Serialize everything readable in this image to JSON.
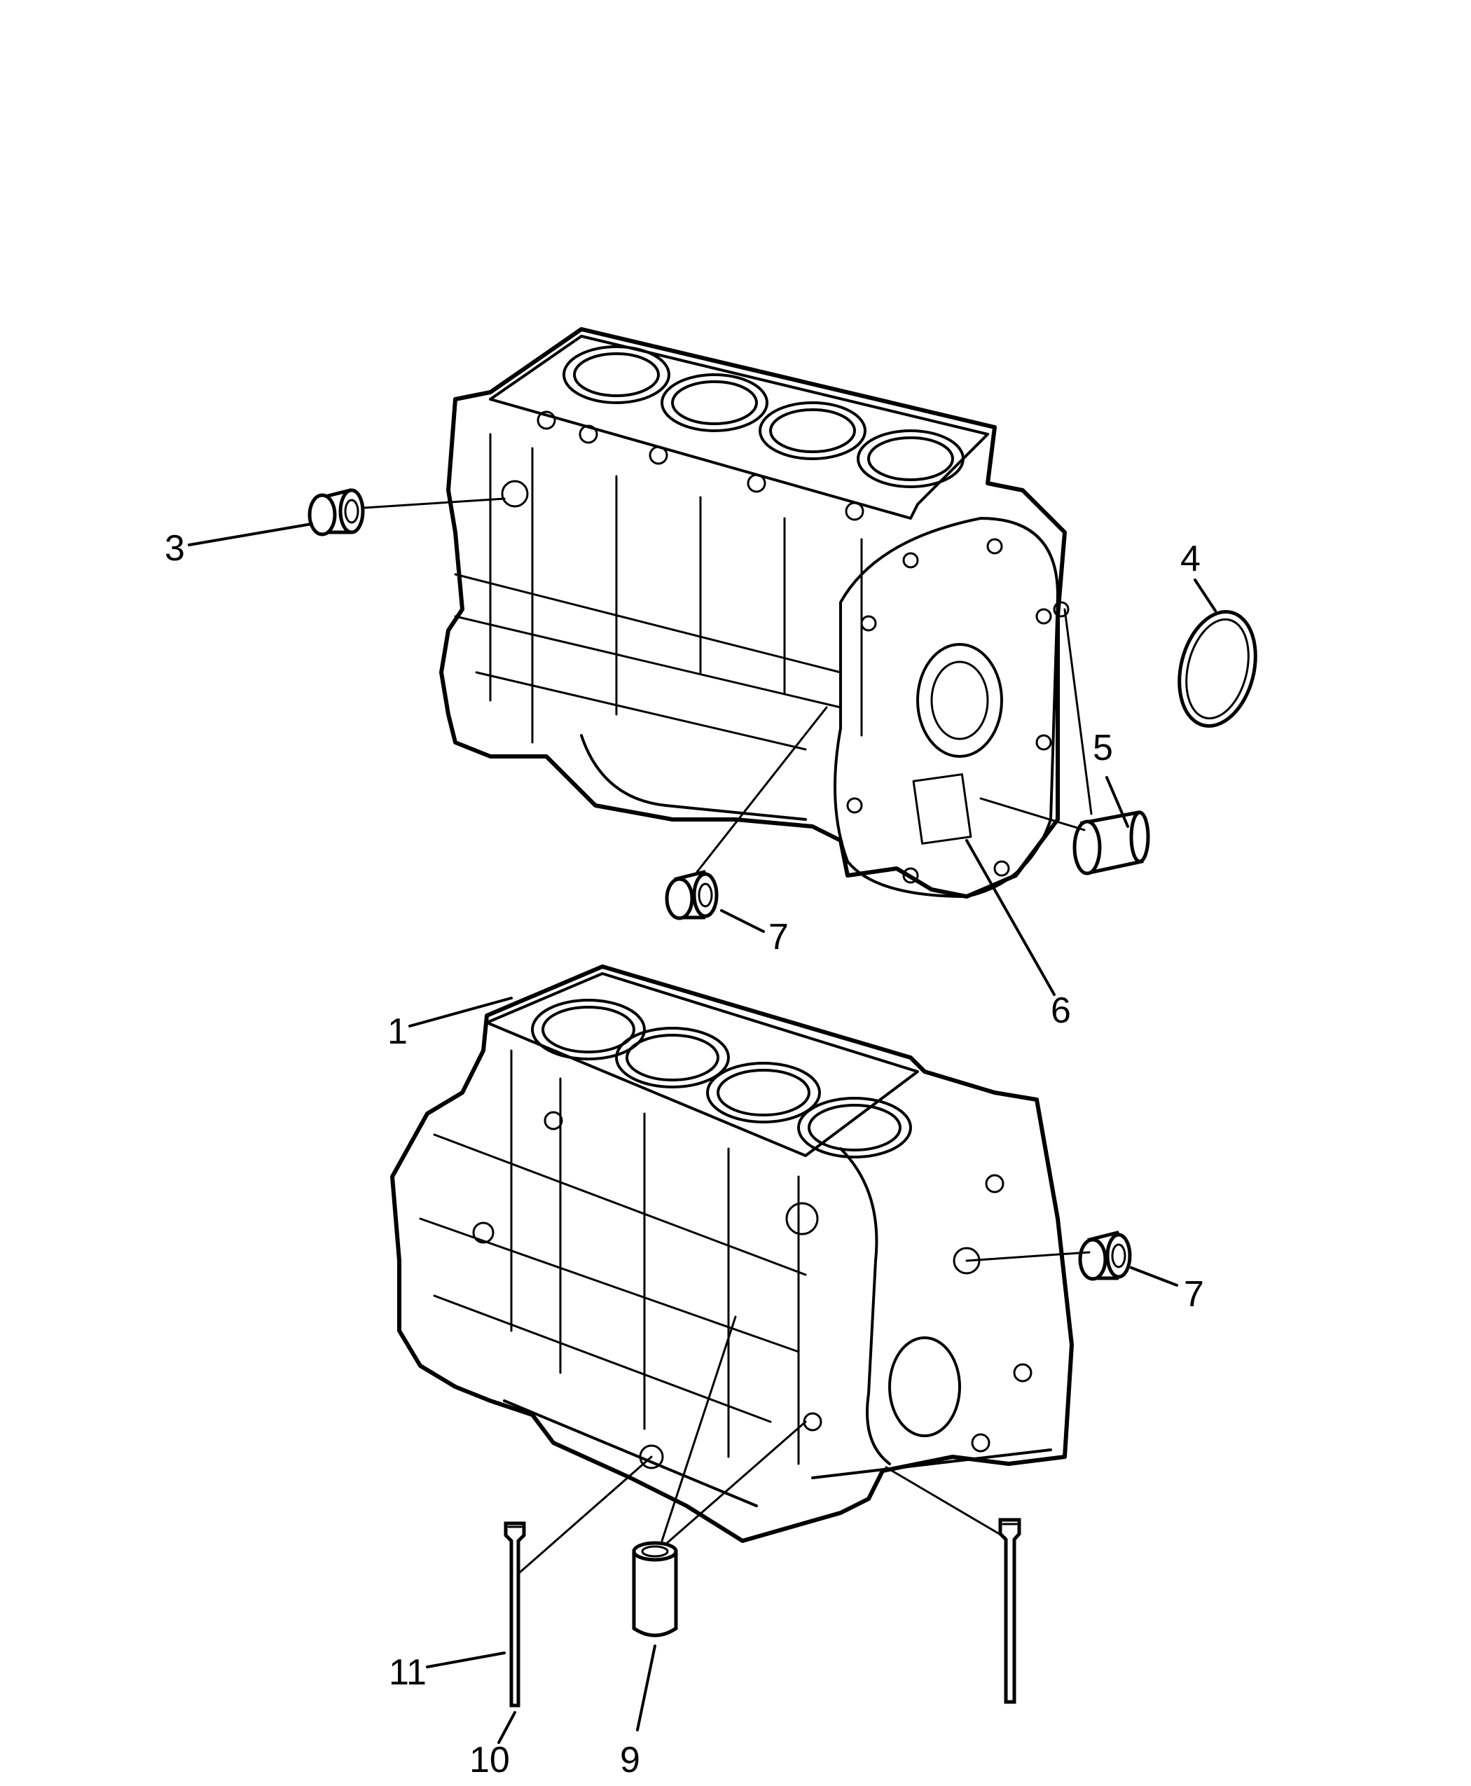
{
  "callouts": {
    "c1": "1",
    "c3": "3",
    "c4": "4",
    "c5": "5",
    "c6": "6",
    "c7a": "7",
    "c7b": "7",
    "c9": "9",
    "c10": "10",
    "c11": "11"
  }
}
